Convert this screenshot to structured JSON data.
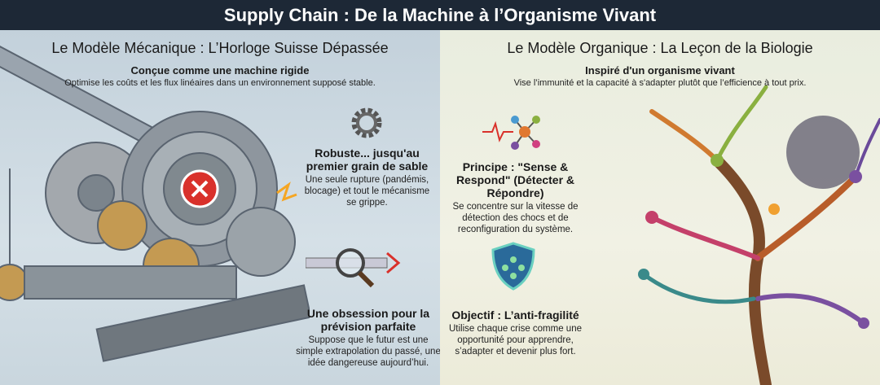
{
  "title": "Supply Chain : De la Machine à l’Organisme Vivant",
  "left": {
    "title": "Le Modèle Mécanique : L’Horloge Suisse Dépassée",
    "subtitle": "Conçue comme une machine rigide",
    "description": "Optimise les coûts et les flux linéaires dans un environnement supposé stable.",
    "points": [
      {
        "heading": "Robuste... jusqu'au premier grain de sable",
        "text": "Une seule rupture (pandémis, blocage) et tout le mécanisme se grippe.",
        "icon": "gear-icon"
      },
      {
        "heading": "Une obsession pour la prévision parfaite",
        "text": "Suppose que le futur est une simple extrapolation du passé, une idée dangereuse aujourd’hui.",
        "icon": "magnifier-icon"
      }
    ]
  },
  "right": {
    "title": "Le Modèle Organique : La Leçon de la Biologie",
    "subtitle": "Inspiré d'un organisme vivant",
    "description": "Vise l’immunité et la capacité à s'adapter plutôt que l’efficience à tout prix.",
    "points": [
      {
        "heading": "Principe : \"Sense & Respond\" (Détecter & Répondre)",
        "text": "Se concentre sur la vitesse de détection des chocs et de reconfiguration du système.",
        "icon": "network-pulse-icon"
      },
      {
        "heading": "Objectif : L’anti-fragilité",
        "text": "Utilise chaque crise comme une opportunité pour apprendre, s’adapter et devenir plus fort.",
        "icon": "shield-icon"
      }
    ]
  },
  "colors": {
    "titlebar": "#1d2836",
    "error": "#d9312b"
  }
}
